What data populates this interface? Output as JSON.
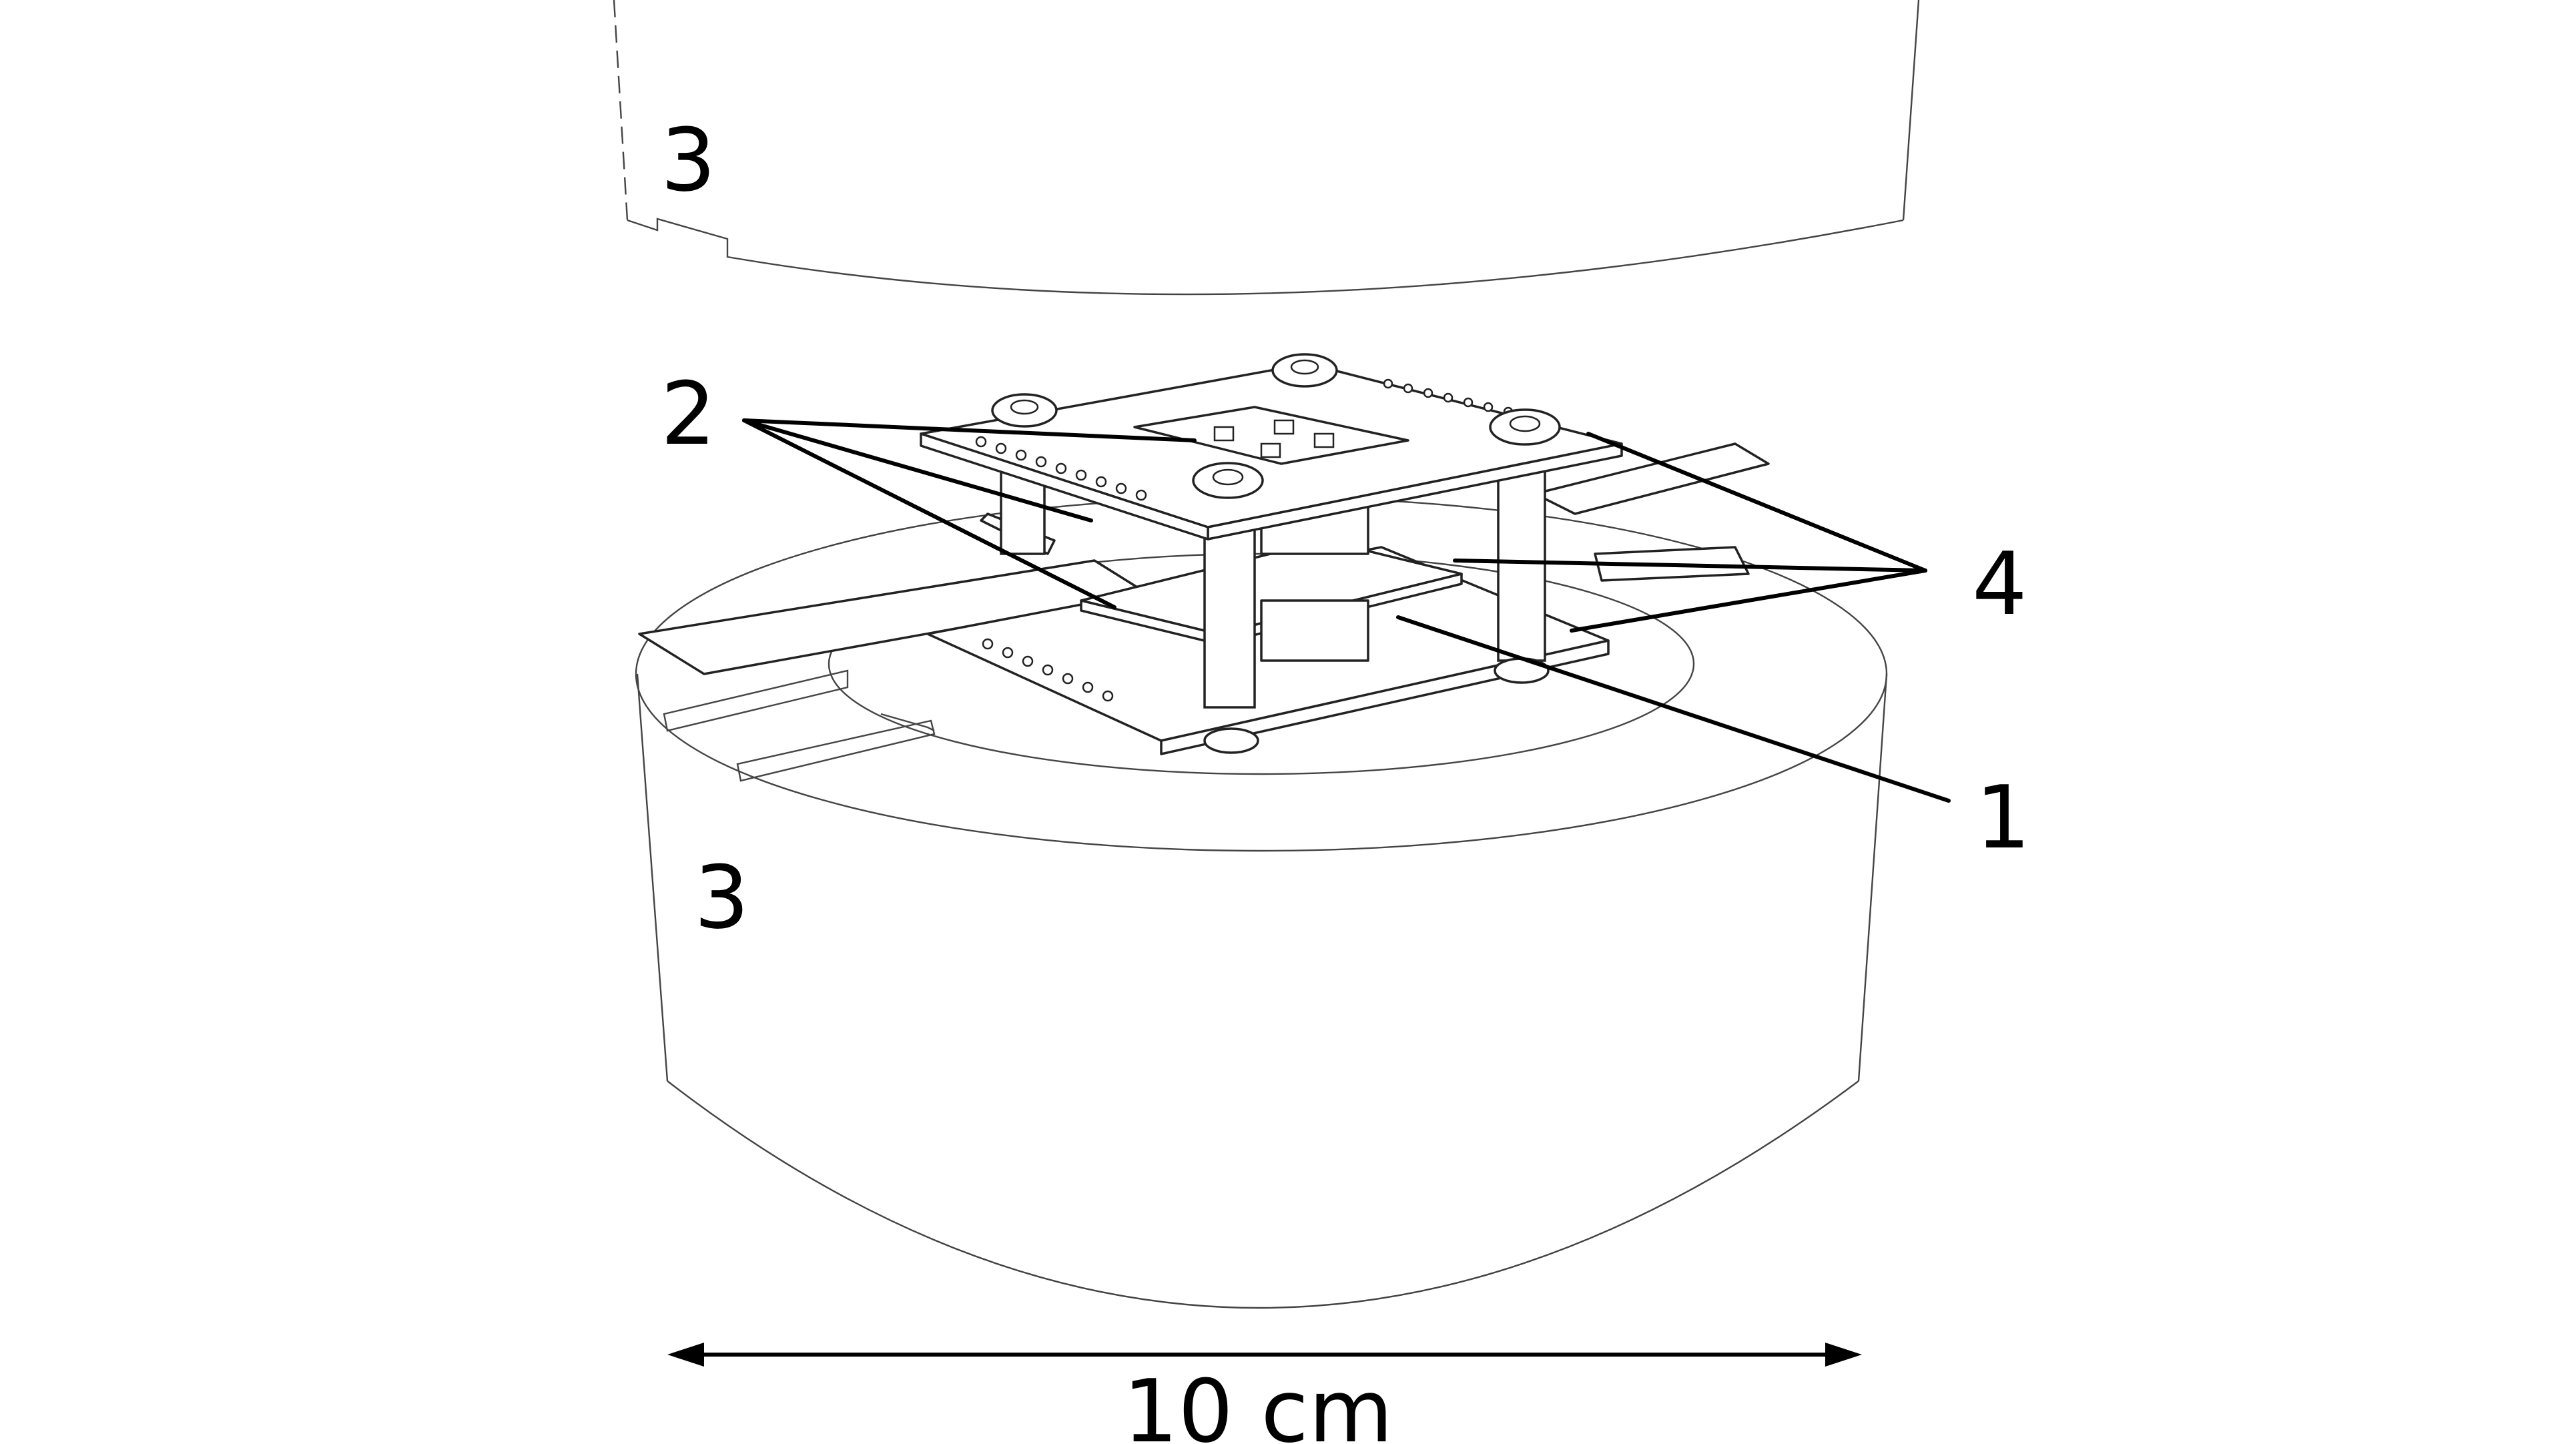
{
  "labels": {
    "upper_housing": "3",
    "lower_housing": "3",
    "boards": "2",
    "spacers": "4",
    "sensor": "1"
  },
  "scale_bar": {
    "text": "10 cm"
  },
  "colors": {
    "line": "#222222",
    "background": "#ffffff"
  }
}
